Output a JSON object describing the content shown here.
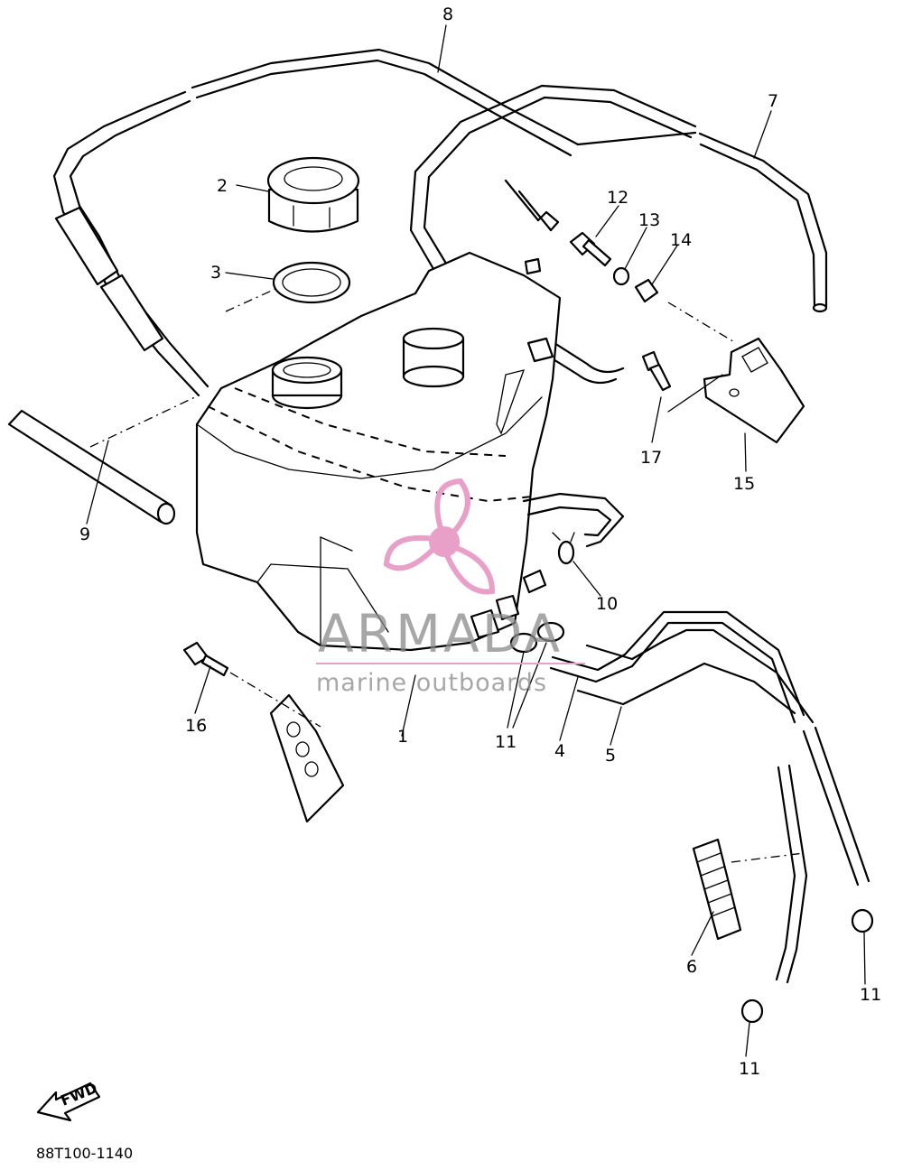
{
  "diagram": {
    "callouts": [
      "1",
      "2",
      "3",
      "4",
      "5",
      "6",
      "7",
      "8",
      "9",
      "10",
      "11",
      "11",
      "11",
      "12",
      "13",
      "14",
      "15",
      "16",
      "17"
    ],
    "drawing_code": "88T100-1140",
    "fwd_label": "FWD"
  },
  "watermark": {
    "brand": "ARMADA",
    "tagline": "marine outboards",
    "color": "#e8a0c8"
  }
}
